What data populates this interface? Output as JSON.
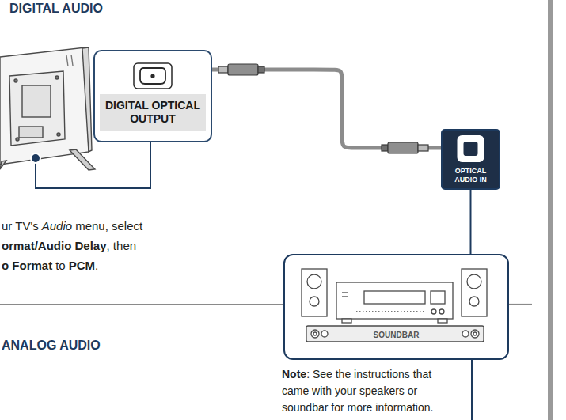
{
  "diagram": {
    "nodes": [
      {
        "text": [
          "DIGITAL OPTICAL OUTPUT"
        ]
      },
      {
        "text": [
          "OPTICAL AUDIO IN"
        ]
      },
      {
        "text": [
          "SOUNDBAR"
        ]
      }
    ],
    "edges": [
      {
        "from": 0,
        "to": 1,
        "arrow": "none"
      },
      {
        "from": 1,
        "to": 2,
        "arrow": "none"
      }
    ],
    "labels": [
      "DIGITAL AUDIO",
      "ur TV's",
      "Audio",
      "menu, select",
      "ormat/Audio Delay",
      ", then",
      "o Format",
      "to",
      "PCM",
      ".",
      "ANALOG AUDIO",
      "Note",
      ": See the instructions that came with your speakers or soundbar for more information."
    ]
  }
}
